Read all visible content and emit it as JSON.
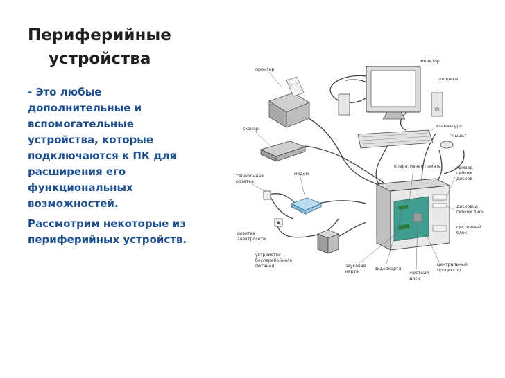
{
  "slide": {
    "title_line1": "Периферийные",
    "title_line2": "устройства",
    "para1_lines": [
      "- Это любые",
      "дополнительные и",
      "вспомогательные",
      "устройства, которые",
      "подключаются к ПК для",
      "расширения его",
      "функциональных",
      "возможностей."
    ],
    "para2_lines": [
      "Рассмотрим некоторые из",
      "периферийных устройств."
    ]
  },
  "diagram": {
    "labels": {
      "printer": "принтер",
      "monitor": "монитор",
      "speakers": "колонки",
      "scanner": "сканер",
      "keyboard": "клавиатура",
      "mouse": "\"мышь\"",
      "phone_socket_1": "телефонная",
      "phone_socket_2": "розетка",
      "modem": "модем",
      "ram": "оперативная память",
      "floppy_1": "привод",
      "floppy_2": "гибких",
      "floppy_3": "дисков",
      "cd_1": "дисковод",
      "cd_2": "гибких дисков",
      "sysunit_1": "системный",
      "sysunit_2": "блок",
      "power_socket_1": "розетка",
      "power_socket_2": "электросети",
      "ups_1": "устройство",
      "ups_2": "бесперебойного",
      "ups_3": "питания",
      "sound_1": "звуковая",
      "sound_2": "карта",
      "video": "видеокарта",
      "hdd_1": "жесткий",
      "hdd_2": "диск",
      "cpu_1": "центральный",
      "cpu_2": "процессор"
    }
  }
}
